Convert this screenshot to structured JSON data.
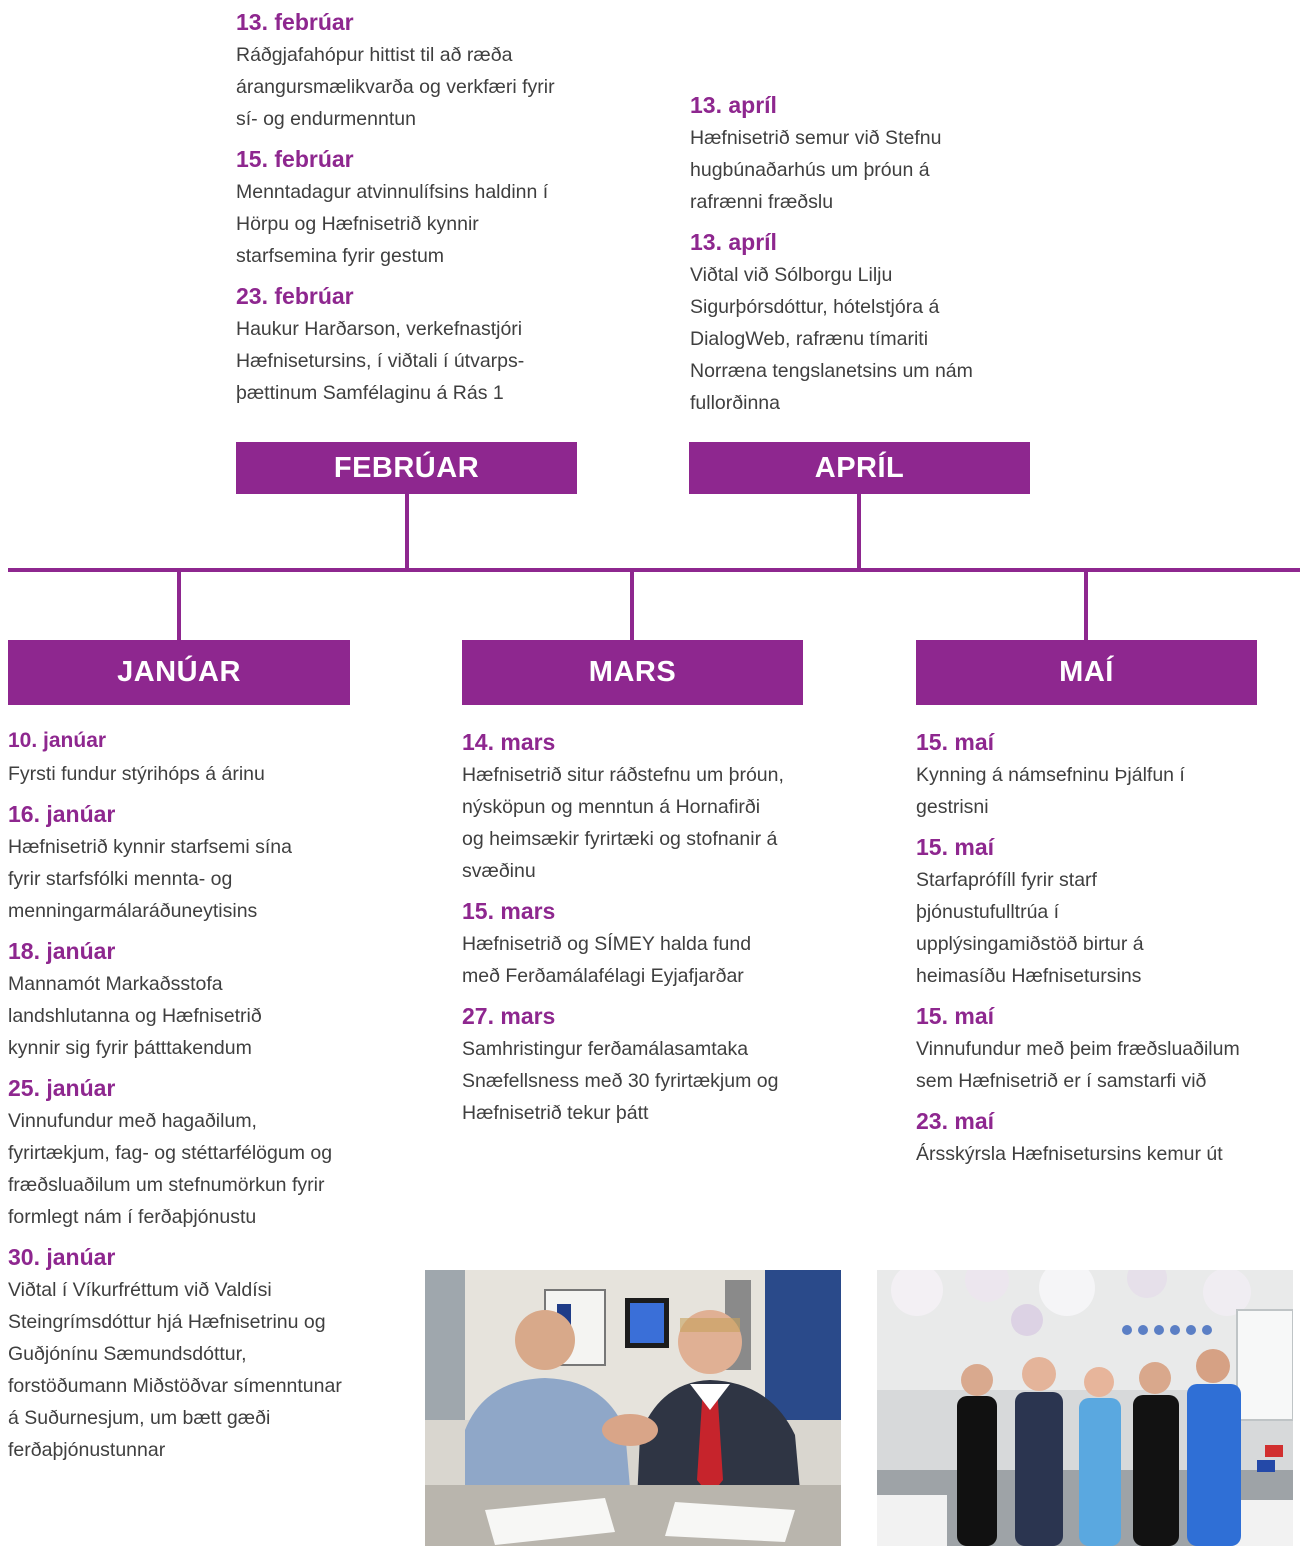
{
  "months": {
    "januar": "JANÚAR",
    "februar": "FEBRÚAR",
    "mars": "MARS",
    "april": "APRÍL",
    "mai": "MAÍ"
  },
  "februar_events": [
    {
      "date": "13. febrúar",
      "text": "Ráðgjafahópur hittist til að ræða árangursmælikvarða og verkfæri fyrir sí- og endurmenntun"
    },
    {
      "date": "15. febrúar",
      "text": "Menntadagur atvinnulífsins haldinn í Hörpu og Hæfnisetrið kynnir starfsemina fyrir gestum"
    },
    {
      "date": "23. febrúar",
      "text": "Haukur Harðarson, verkefnastjóri Hæfnisetursins, í viðtali í útvarps-þættinum Samfélaginu á Rás 1"
    }
  ],
  "april_events": [
    {
      "date": "13. apríl",
      "text": "Hæfnisetrið semur við Stefnu hugbúnaðarhús um þróun á rafrænni fræðslu"
    },
    {
      "date": "13. apríl",
      "text": "Viðtal við Sólborgu Lilju Sigurþórsdóttur, hótelstjóra á DialogWeb, rafrænu tímariti Norræna tengslanetsins um nám fullorðinna"
    }
  ],
  "januar_events": [
    {
      "date": "10. janúar",
      "text": "Fyrsti fundur stýrihóps á árinu"
    },
    {
      "date": "16. janúar",
      "text": "Hæfnisetrið kynnir starfsemi sína fyrir starfsfólki mennta- og menningarmálaráðuneytisins"
    },
    {
      "date": "18. janúar",
      "text": "Mannamót Markaðsstofa landshlutanna og Hæfnisetrið kynnir sig fyrir þátttakendum"
    },
    {
      "date": "25. janúar",
      "text": "Vinnufundur með hagaðilum, fyrirtækjum, fag- og stéttarfélögum og fræðsluaðilum um stefnumörkun fyrir formlegt nám í ferðaþjónustu"
    },
    {
      "date": "30. janúar",
      "text": "Viðtal í Víkurfréttum við Valdísi Steingrímsdóttur hjá Hæfnisetrinu og Guðjónínu Sæmundsdóttur, forstöðumann Miðstöðvar símenntunar á Suðurnesjum, um bætt gæði ferðaþjónustunnar"
    }
  ],
  "mars_events": [
    {
      "date": "14. mars",
      "text": "Hæfnisetrið situr ráðstefnu um þróun, nýsköpun og menntun á Hornafirði og heimsækir fyrirtæki og stofnanir á svæðinu"
    },
    {
      "date": "15. mars",
      "text": "Hæfnisetrið og SÍMEY halda fund með Ferðamálafélagi Eyjafjarðar"
    },
    {
      "date": "27. mars",
      "text": "Samhristingur ferðamálasamtaka Snæfellsness með 30 fyrirtækjum og Hæfnisetrið tekur þátt"
    }
  ],
  "mai_events": [
    {
      "date": "15. maí",
      "text": "Kynning á námsefninu Þjálfun í gestrisni"
    },
    {
      "date": "15. maí",
      "text": "Starfaprófíll fyrir starf þjónustufulltrúa í upplýsingamiðstöð birtur á heimasíðu Hæfnisetursins"
    },
    {
      "date": "15. maí",
      "text": "Vinnufundur með þeim fræðsluaðilum sem Hæfnisetrið er í samstarfi við"
    },
    {
      "date": "23. maí",
      "text": "Ársskýrsla Hæfnisetursins kemur út"
    }
  ],
  "colors": {
    "accent": "#8e278f",
    "text": "#3f3f3f"
  }
}
